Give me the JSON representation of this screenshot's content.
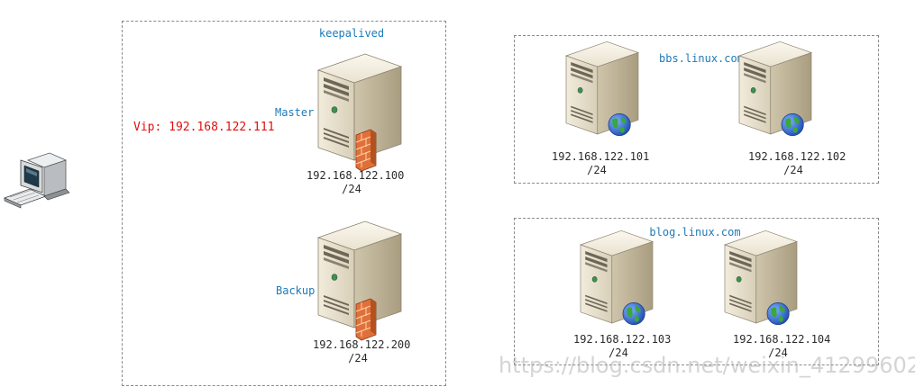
{
  "lb_group": {
    "title": "keepalived",
    "vip": "Vip: 192.168.122.111",
    "master": {
      "role": "Master",
      "ip_line1": "192.168.122.100",
      "ip_line2": "/24"
    },
    "backup": {
      "role": "Backup",
      "ip_line1": "192.168.122.200",
      "ip_line2": "/24"
    }
  },
  "bbs_group": {
    "title": "bbs.linux.com",
    "servers": [
      {
        "ip_line1": "192.168.122.101",
        "ip_line2": "/24"
      },
      {
        "ip_line1": "192.168.122.102",
        "ip_line2": "/24"
      }
    ]
  },
  "blog_group": {
    "title": "blog.linux.com",
    "servers": [
      {
        "ip_line1": "192.168.122.103",
        "ip_line2": "/24"
      },
      {
        "ip_line1": "192.168.122.104",
        "ip_line2": "/24"
      }
    ]
  },
  "watermark": "https://blog.csdn.net/weixin_41299602",
  "colors": {
    "label_blue": "#1e7ab8",
    "vip_red": "#e01010",
    "server_beige": "#e8e1cf",
    "firewall_orange": "#e0703a",
    "globe_blue": "#2a5fc4",
    "globe_green": "#3aa83a"
  }
}
